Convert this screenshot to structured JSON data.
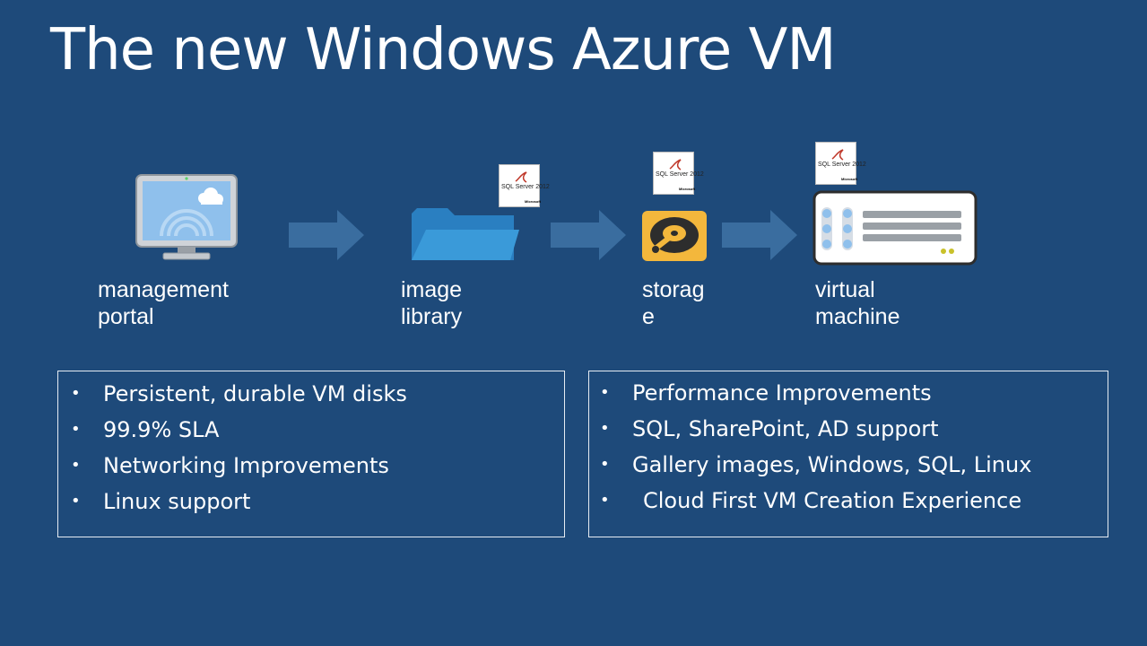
{
  "title": "The new Windows Azure VM",
  "flow": {
    "steps": [
      {
        "label_lines": [
          "management",
          "portal"
        ]
      },
      {
        "label_lines": [
          "image",
          "library"
        ],
        "badge": {
          "name": "SQL Server 2012",
          "vendor": "Microsoft"
        }
      },
      {
        "label_lines": [
          "storag",
          "e"
        ],
        "badge": {
          "name": "SQL Server 2012",
          "vendor": "Microsoft"
        }
      },
      {
        "label_lines": [
          "virtual",
          "machine"
        ],
        "badge": {
          "name": "SQL Server 2012",
          "vendor": "Microsoft"
        }
      }
    ]
  },
  "left_box": {
    "items": [
      "Persistent, durable VM disks",
      "99.9% SLA",
      "Networking Improvements",
      "Linux support"
    ]
  },
  "right_box": {
    "items": [
      "Performance Improvements",
      "SQL, SharePoint, AD support",
      "Gallery images, Windows, SQL, Linux",
      "Cloud First VM Creation Experience"
    ]
  },
  "colors": {
    "background": "#1e4a7a",
    "arrow": "#3a6d9f",
    "folder": "#3a9ad9",
    "storage": "#f3b73c"
  }
}
